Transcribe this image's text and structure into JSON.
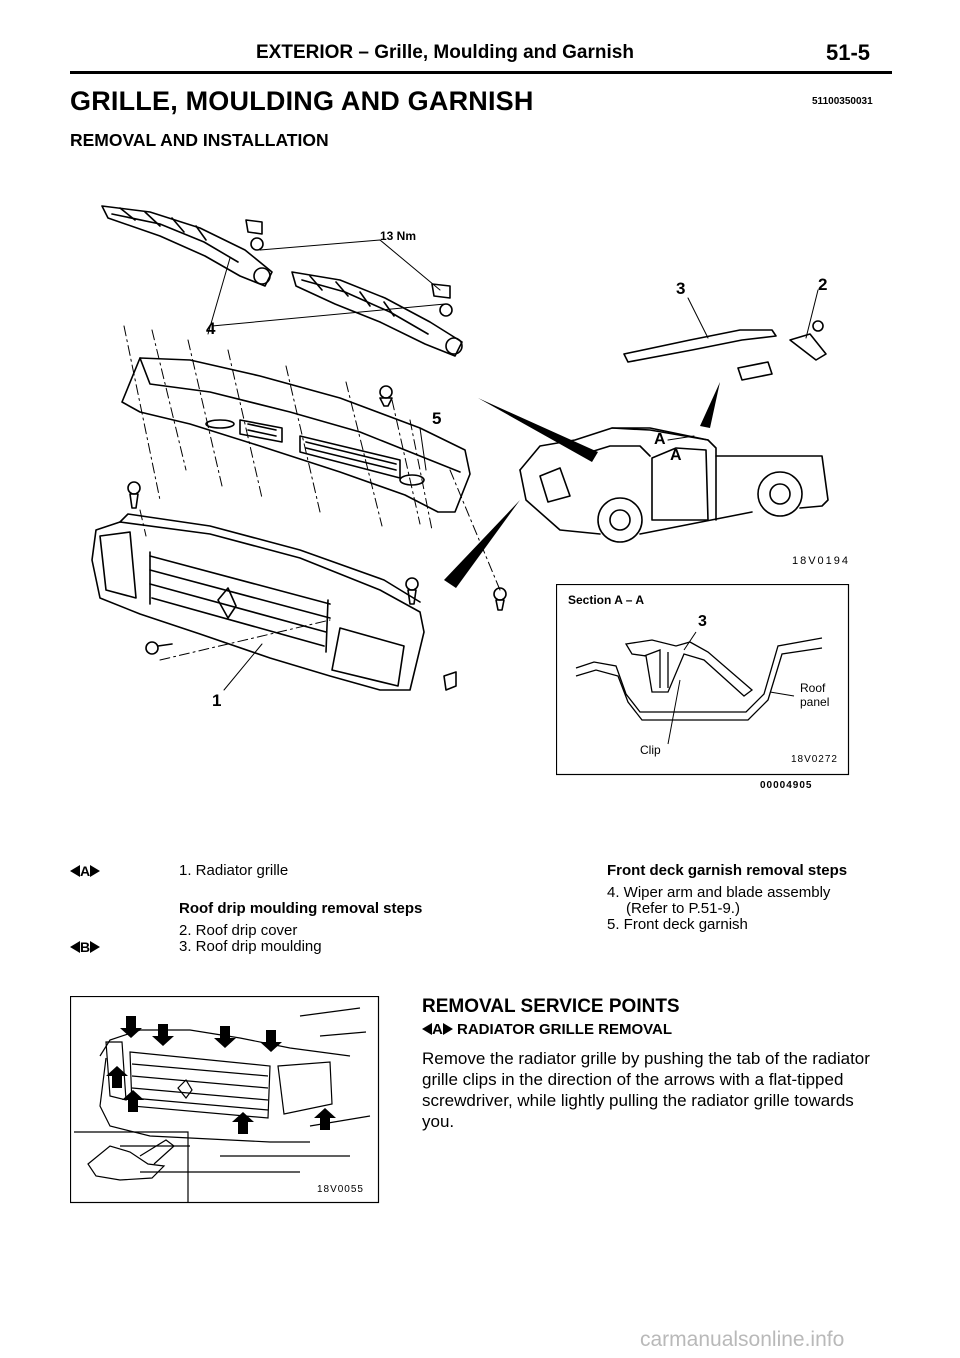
{
  "header": {
    "title": "EXTERIOR – Grille, Moulding and Garnish",
    "page_number": "51-5"
  },
  "section": {
    "title": "GRILLE, MOULDING AND GARNISH",
    "code": "51100350031",
    "subtitle": "REMOVAL AND INSTALLATION"
  },
  "figure_main": {
    "callouts": {
      "torque": "13 Nm",
      "n1": "1",
      "n2": "2",
      "n3": "3",
      "n4": "4",
      "n5": "5",
      "view_a1": "A",
      "view_a2": "A"
    },
    "truck_code": "18V0194",
    "inset": {
      "title": "Section A – A",
      "num": "3",
      "roof_panel_1": "Roof",
      "roof_panel_2": "panel",
      "clip": "Clip",
      "code": "18V0272"
    },
    "figure_code": "00004905"
  },
  "steps": {
    "marker_a": "A",
    "marker_b": "B",
    "item1": "1. Radiator grille",
    "roof_title": "Roof drip moulding removal steps",
    "item2": "2. Roof drip cover",
    "item3": "3. Roof drip moulding",
    "front_title": "Front deck garnish removal steps",
    "item4a": "4. Wiper arm and blade assembly",
    "item4b": "(Refer to P.51-9.)",
    "item5": "5. Front deck garnish"
  },
  "service": {
    "title": "REMOVAL SERVICE POINTS",
    "sub_marker": "A",
    "sub_title": "RADIATOR GRILLE REMOVAL",
    "para": [
      "Remove the radiator grille by pushing the tab of the radiator",
      "grille clips in the direction of the arrows with a flat-tipped",
      "screwdriver, while lightly pulling the radiator grille towards",
      "you."
    ],
    "figure_code": "18V0055"
  },
  "watermark": "carmanualsonline.info"
}
